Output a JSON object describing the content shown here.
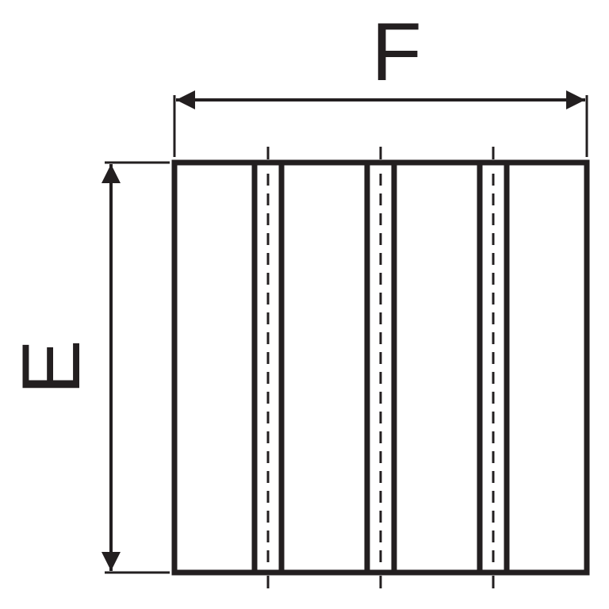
{
  "dimensions": {
    "width_label": "F",
    "height_label": "E"
  },
  "panel": {
    "bays": 4,
    "seams": 3
  },
  "colors": {
    "stroke": "#231f20",
    "background": "#ffffff"
  }
}
